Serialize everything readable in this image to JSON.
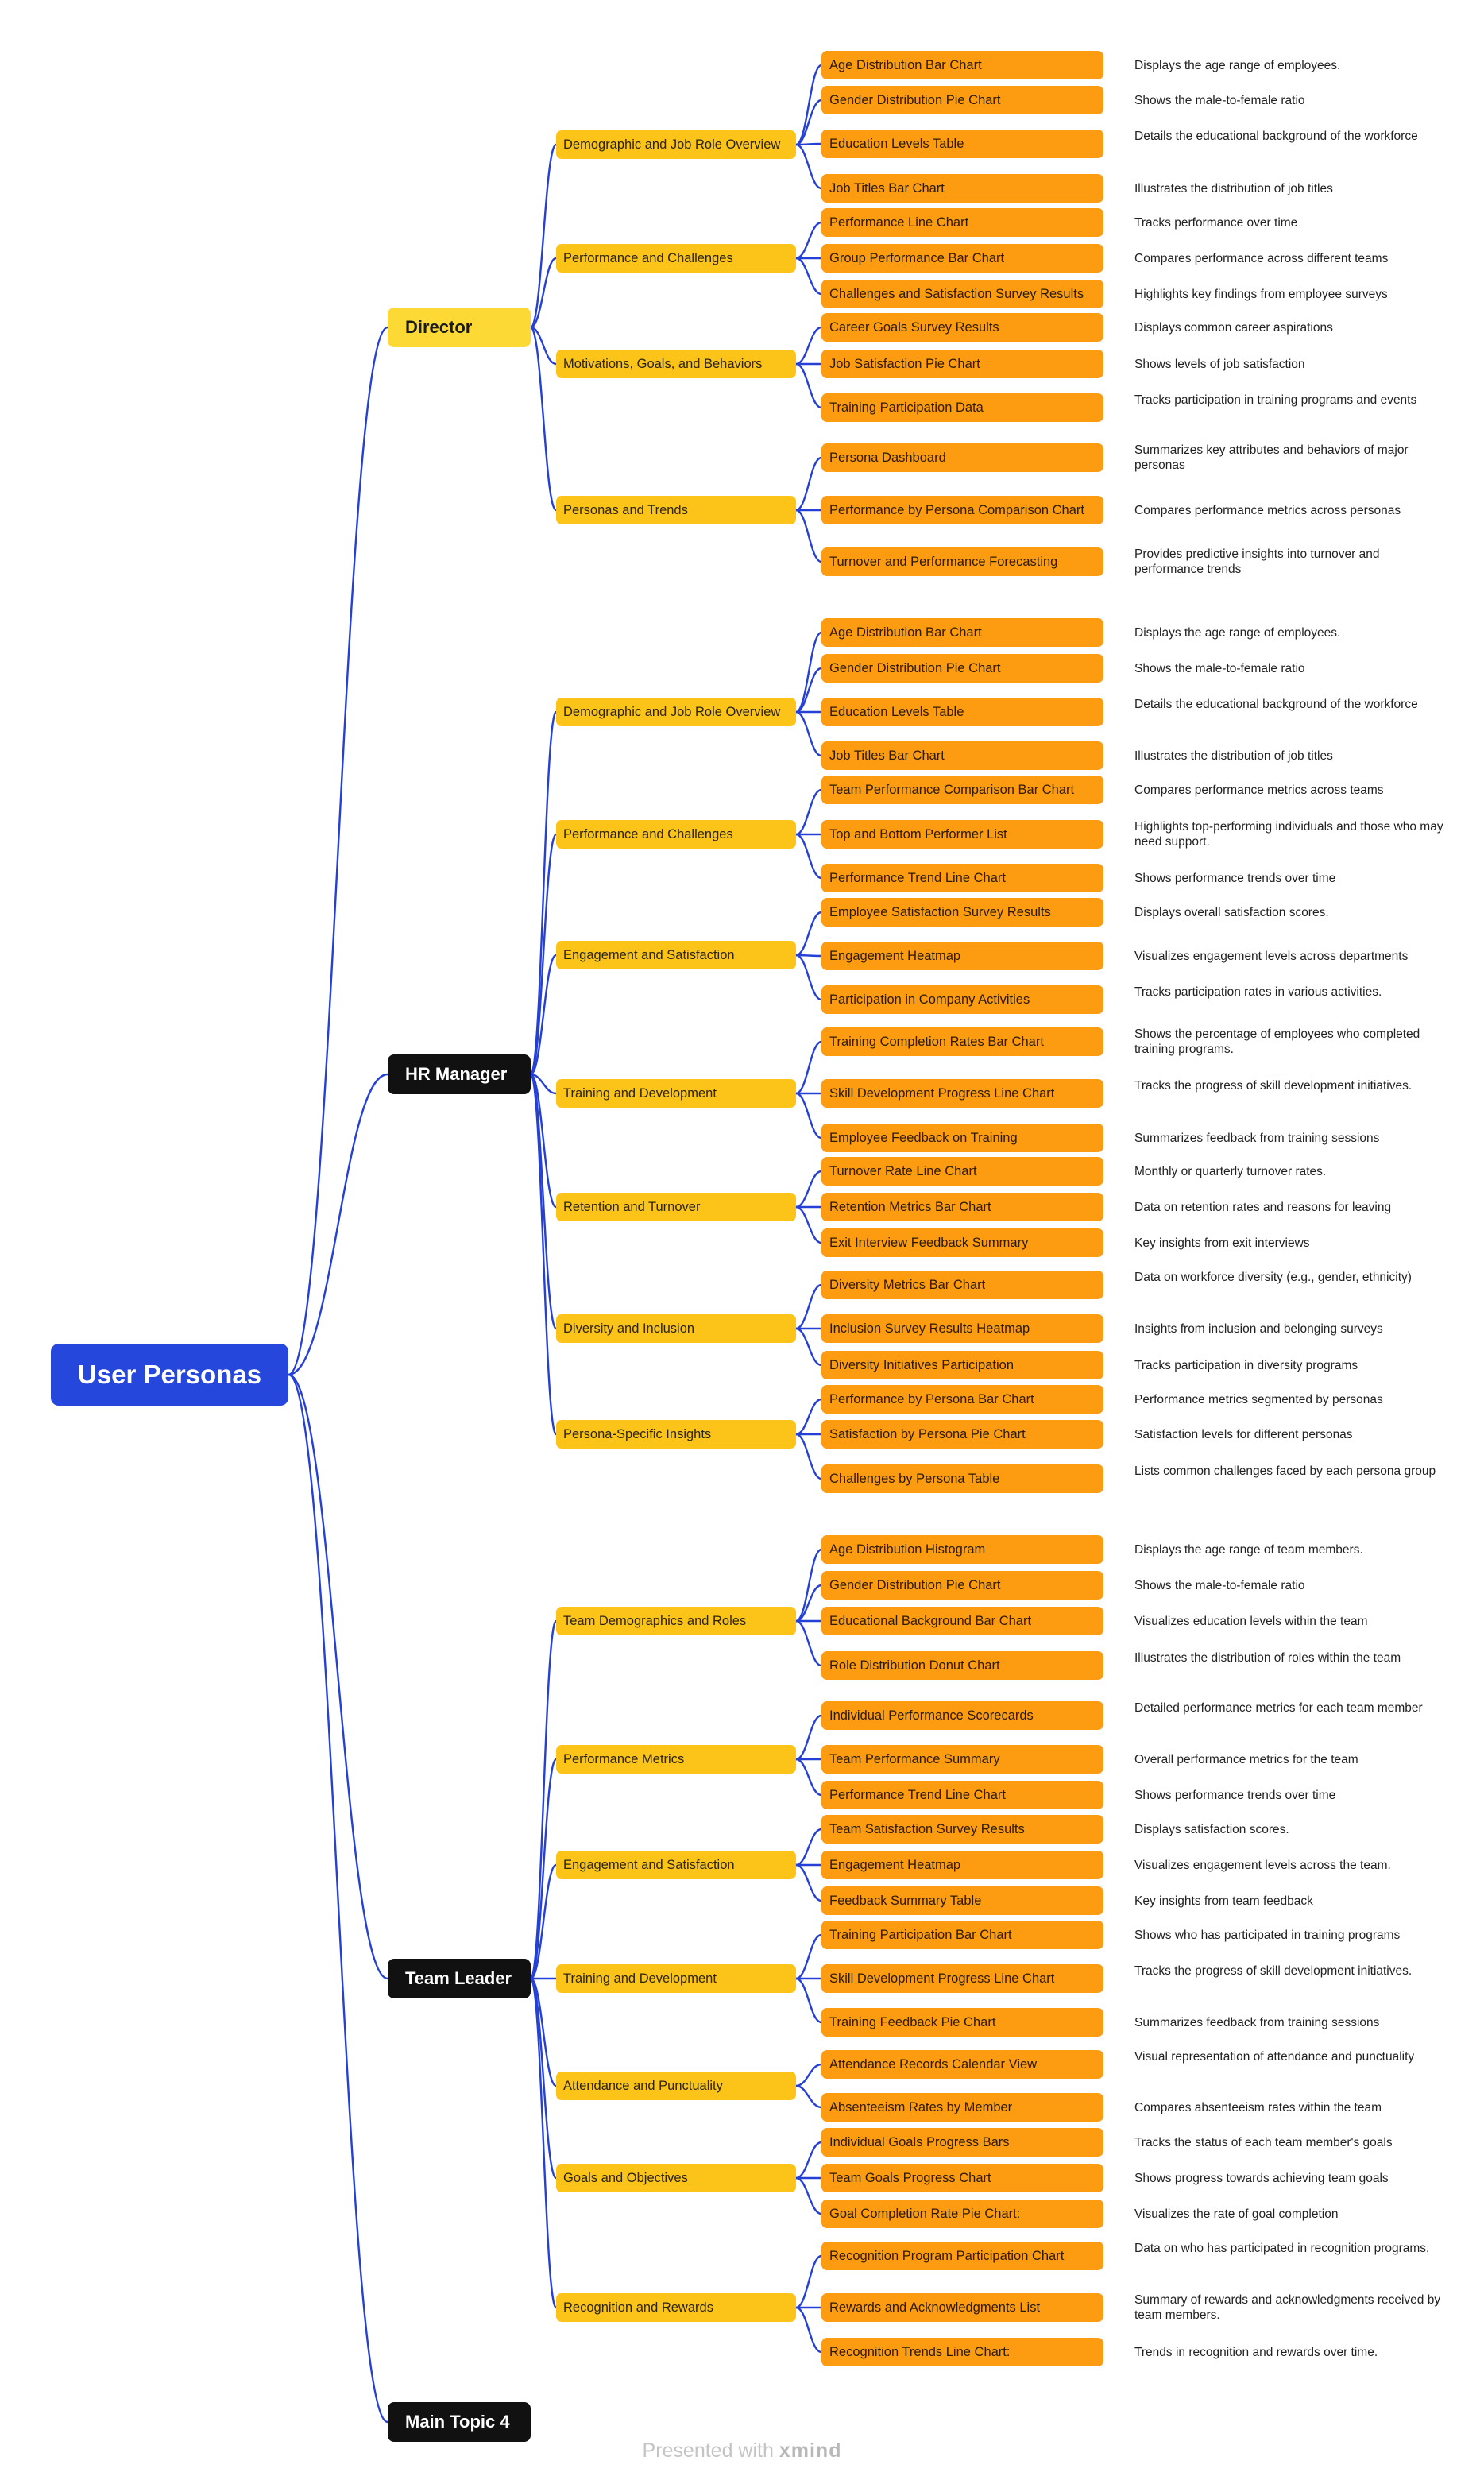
{
  "root": "User Personas",
  "personas": [
    {
      "label": "Director",
      "style": "yellow",
      "categories": [
        {
          "label": "Demographic and Job Role Overview",
          "leaves": [
            {
              "label": "Age Distribution Bar Chart",
              "desc": "Displays the age range of employees."
            },
            {
              "label": "Gender Distribution Pie Chart",
              "desc": "Shows the male-to-female ratio"
            },
            {
              "label": "Education Levels Table",
              "desc": "Details the educational background of the workforce"
            },
            {
              "label": "Job Titles Bar Chart",
              "desc": "Illustrates the distribution of job titles"
            }
          ]
        },
        {
          "label": "Performance and Challenges",
          "leaves": [
            {
              "label": "Performance Line Chart",
              "desc": "Tracks performance over time"
            },
            {
              "label": "Group Performance Bar Chart",
              "desc": "Compares performance across different teams"
            },
            {
              "label": "Challenges and Satisfaction Survey Results",
              "desc": "Highlights key findings from employee surveys"
            }
          ]
        },
        {
          "label": "Motivations, Goals, and Behaviors",
          "leaves": [
            {
              "label": "Career Goals Survey Results",
              "desc": "Displays common career aspirations"
            },
            {
              "label": "Job Satisfaction Pie Chart",
              "desc": "Shows levels of job satisfaction"
            },
            {
              "label": "Training Participation Data",
              "desc": "Tracks participation in training programs and events"
            }
          ]
        },
        {
          "label": "Personas and Trends",
          "leaves": [
            {
              "label": "Persona Dashboard",
              "desc": "Summarizes key attributes and behaviors of major personas"
            },
            {
              "label": "Performance by Persona Comparison Chart",
              "desc": "Compares performance metrics across personas"
            },
            {
              "label": "Turnover and Performance Forecasting",
              "desc": "Provides predictive insights into turnover and performance trends"
            }
          ]
        }
      ]
    },
    {
      "label": "HR Manager",
      "style": "dark",
      "categories": [
        {
          "label": "Demographic and Job Role Overview",
          "leaves": [
            {
              "label": "Age Distribution Bar Chart",
              "desc": "Displays the age range of employees."
            },
            {
              "label": "Gender Distribution Pie Chart",
              "desc": "Shows the male-to-female ratio"
            },
            {
              "label": "Education Levels Table",
              "desc": "Details the educational background of the workforce"
            },
            {
              "label": "Job Titles Bar Chart",
              "desc": "Illustrates the distribution of job titles"
            }
          ]
        },
        {
          "label": "Performance and Challenges",
          "leaves": [
            {
              "label": "Team Performance Comparison Bar Chart",
              "desc": "Compares performance metrics across teams"
            },
            {
              "label": "Top and Bottom Performer List",
              "desc": "Highlights top-performing individuals and those who may need support."
            },
            {
              "label": "Performance Trend Line Chart",
              "desc": "Shows performance trends over time"
            }
          ]
        },
        {
          "label": "Engagement and Satisfaction",
          "leaves": [
            {
              "label": "Employee Satisfaction Survey Results",
              "desc": "Displays overall satisfaction scores."
            },
            {
              "label": "Engagement Heatmap",
              "desc": "Visualizes engagement levels across departments"
            },
            {
              "label": "Participation in Company Activities",
              "desc": "Tracks participation rates in various activities."
            }
          ]
        },
        {
          "label": "Training and Development",
          "leaves": [
            {
              "label": "Training Completion Rates Bar Chart",
              "desc": "Shows the percentage of employees who completed training programs."
            },
            {
              "label": "Skill Development Progress Line Chart",
              "desc": "Tracks the progress of skill development initiatives."
            },
            {
              "label": "Employee Feedback on Training",
              "desc": "Summarizes feedback from training sessions"
            }
          ]
        },
        {
          "label": "Retention and Turnover",
          "leaves": [
            {
              "label": "Turnover Rate Line Chart",
              "desc": "Monthly or quarterly turnover rates."
            },
            {
              "label": "Retention Metrics Bar Chart",
              "desc": "Data on retention rates and reasons for leaving"
            },
            {
              "label": "Exit Interview Feedback Summary",
              "desc": "Key insights from exit interviews"
            }
          ]
        },
        {
          "label": "Diversity and Inclusion",
          "leaves": [
            {
              "label": "Diversity Metrics Bar Chart",
              "desc": "Data on workforce diversity (e.g., gender, ethnicity)"
            },
            {
              "label": "Inclusion Survey Results Heatmap",
              "desc": "Insights from inclusion and belonging surveys"
            },
            {
              "label": "Diversity Initiatives Participation",
              "desc": "Tracks participation in diversity programs"
            }
          ]
        },
        {
          "label": "Persona-Specific Insights",
          "leaves": [
            {
              "label": "Performance by Persona Bar Chart",
              "desc": "Performance metrics segmented by personas"
            },
            {
              "label": "Satisfaction by Persona Pie Chart",
              "desc": "Satisfaction levels for different personas"
            },
            {
              "label": "Challenges by Persona Table",
              "desc": "Lists common challenges faced by each persona group"
            }
          ]
        }
      ]
    },
    {
      "label": "Team Leader",
      "style": "dark",
      "categories": [
        {
          "label": "Team Demographics and Roles",
          "leaves": [
            {
              "label": "Age Distribution Histogram",
              "desc": "Displays the age range of team members."
            },
            {
              "label": "Gender Distribution Pie Chart",
              "desc": "Shows the male-to-female ratio"
            },
            {
              "label": "Educational Background Bar Chart",
              "desc": "Visualizes education levels within the team"
            },
            {
              "label": "Role Distribution Donut Chart",
              "desc": "Illustrates the distribution of roles within the team"
            }
          ]
        },
        {
          "label": "Performance Metrics",
          "leaves": [
            {
              "label": "Individual Performance Scorecards",
              "desc": "Detailed performance metrics for each team member"
            },
            {
              "label": "Team Performance Summary",
              "desc": "Overall performance metrics for the team"
            },
            {
              "label": "Performance Trend Line Chart",
              "desc": "Shows performance trends over time"
            }
          ]
        },
        {
          "label": "Engagement and Satisfaction",
          "leaves": [
            {
              "label": "Team Satisfaction Survey Results",
              "desc": "Displays satisfaction scores."
            },
            {
              "label": "Engagement Heatmap",
              "desc": "Visualizes engagement levels across the team."
            },
            {
              "label": "Feedback Summary Table",
              "desc": "Key insights from team feedback"
            }
          ]
        },
        {
          "label": "Training and Development",
          "leaves": [
            {
              "label": "Training Participation Bar Chart",
              "desc": "Shows who has participated in training programs"
            },
            {
              "label": "Skill Development Progress Line Chart",
              "desc": "Tracks the progress of skill development initiatives."
            },
            {
              "label": "Training Feedback Pie Chart",
              "desc": "Summarizes feedback from training sessions"
            }
          ]
        },
        {
          "label": "Attendance and Punctuality",
          "leaves": [
            {
              "label": "Attendance Records Calendar View",
              "desc": "Visual representation of attendance and punctuality"
            },
            {
              "label": "Absenteeism Rates by Member",
              "desc": "Compares absenteeism rates within the team"
            }
          ]
        },
        {
          "label": "Goals and Objectives",
          "leaves": [
            {
              "label": "Individual Goals Progress Bars",
              "desc": "Tracks the status of each team member's goals"
            },
            {
              "label": "Team Goals Progress Chart",
              "desc": "Shows progress towards achieving team goals"
            },
            {
              "label": "Goal Completion Rate Pie Chart:",
              "desc": "Visualizes the rate of goal completion"
            }
          ]
        },
        {
          "label": "Recognition and Rewards",
          "leaves": [
            {
              "label": "Recognition Program Participation Chart",
              "desc": "Data on who has participated in recognition programs."
            },
            {
              "label": "Rewards and Acknowledgments List",
              "desc": "Summary of rewards and acknowledgments received by team members."
            },
            {
              "label": "Recognition Trends Line Chart:",
              "desc": "Trends in recognition and rewards over time."
            }
          ]
        }
      ]
    },
    {
      "label": "Main Topic 4",
      "style": "dark",
      "categories": []
    }
  ],
  "footer": {
    "prefix": "Presented with",
    "brand": "xmind"
  },
  "colors": {
    "root": "#2547dc",
    "persona_primary": "#fcd935",
    "persona_dark": "#111111",
    "category": "#fcc419",
    "leaf": "#fd9c10",
    "connector": "#2440d8"
  }
}
